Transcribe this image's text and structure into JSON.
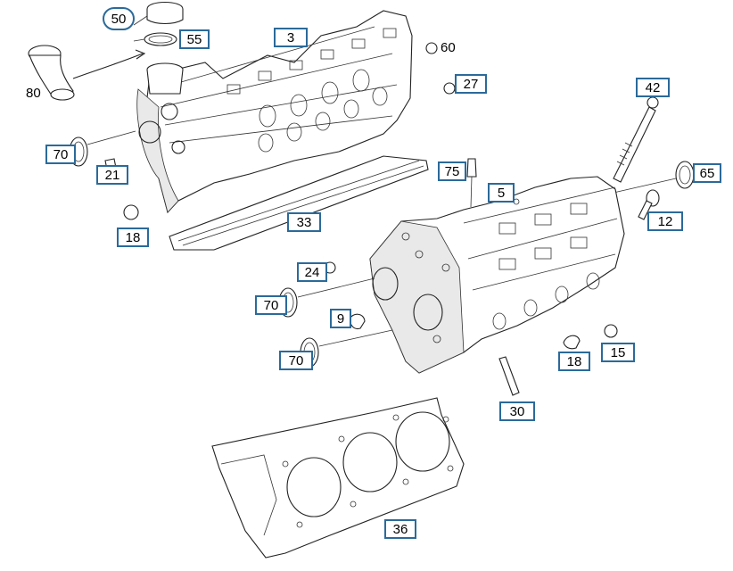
{
  "diagram": {
    "callouts": [
      {
        "id": "50",
        "label": "50",
        "plain": false
      },
      {
        "id": "55",
        "label": "55",
        "plain": false
      },
      {
        "id": "3",
        "label": "3",
        "plain": false
      },
      {
        "id": "60",
        "label": "60",
        "plain": true
      },
      {
        "id": "27",
        "label": "27",
        "plain": false
      },
      {
        "id": "80",
        "label": "80",
        "plain": true
      },
      {
        "id": "70a",
        "label": "70",
        "plain": false
      },
      {
        "id": "21",
        "label": "21",
        "plain": false
      },
      {
        "id": "18a",
        "label": "18",
        "plain": false
      },
      {
        "id": "33",
        "label": "33",
        "plain": false
      },
      {
        "id": "42",
        "label": "42",
        "plain": false
      },
      {
        "id": "75",
        "label": "75",
        "plain": false
      },
      {
        "id": "5",
        "label": "5",
        "plain": false
      },
      {
        "id": "65",
        "label": "65",
        "plain": false
      },
      {
        "id": "12",
        "label": "12",
        "plain": false
      },
      {
        "id": "24",
        "label": "24",
        "plain": false
      },
      {
        "id": "70b",
        "label": "70",
        "plain": false
      },
      {
        "id": "9",
        "label": "9",
        "plain": false
      },
      {
        "id": "70c",
        "label": "70",
        "plain": false
      },
      {
        "id": "18b",
        "label": "18",
        "plain": false
      },
      {
        "id": "15",
        "label": "15",
        "plain": false
      },
      {
        "id": "30",
        "label": "30",
        "plain": false
      },
      {
        "id": "36",
        "label": "36",
        "plain": false
      }
    ]
  },
  "colors": {
    "callout_border": "#2b6a9a",
    "line": "#222222"
  }
}
